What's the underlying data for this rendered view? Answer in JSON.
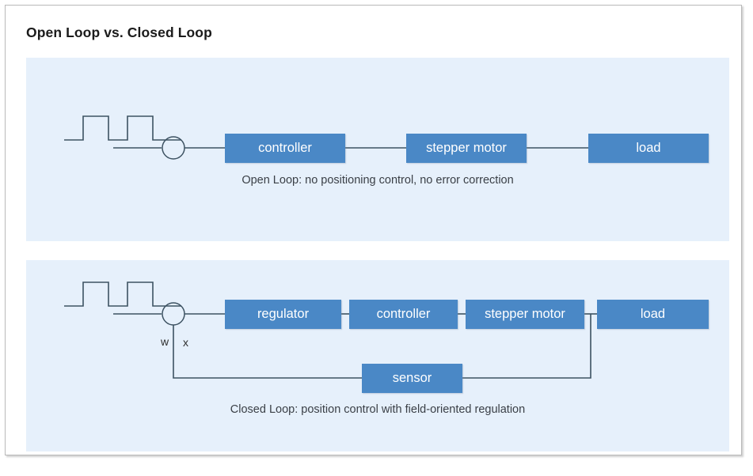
{
  "page": {
    "title": "Open Loop vs. Closed Loop",
    "background_color": "#ffffff",
    "frame_border_color": "#b9b9b9"
  },
  "theme": {
    "panel_background": "#e6f0fb",
    "block_fill": "#4a88c6",
    "block_text": "#ffffff",
    "line_color": "#3d5262",
    "caption_color": "#3a3f46",
    "title_color": "#1b1b1b"
  },
  "diagrams": [
    {
      "id": "open-loop",
      "name": "open-loop-diagram",
      "caption": "Open Loop: no positioning control, no error correction",
      "signal_source": {
        "type": "pulse-train",
        "pulses": 2,
        "name": "pulse-train-waveform"
      },
      "summing_junction": {
        "name": "summing-junction",
        "shape": "circle",
        "inputs": 1
      },
      "blocks": [
        {
          "label": "controller",
          "name": "block-controller"
        },
        {
          "label": "stepper motor",
          "name": "block-stepper-motor"
        },
        {
          "label": "load",
          "name": "block-load"
        }
      ],
      "feedback": false,
      "labels": []
    },
    {
      "id": "closed-loop",
      "name": "closed-loop-diagram",
      "caption": "Closed Loop: position control with field-oriented regulation",
      "signal_source": {
        "type": "pulse-train",
        "pulses": 2,
        "name": "pulse-train-waveform"
      },
      "summing_junction": {
        "name": "summing-junction",
        "shape": "circle",
        "inputs": 2
      },
      "blocks": [
        {
          "label": "regulator",
          "name": "block-regulator"
        },
        {
          "label": "controller",
          "name": "block-controller"
        },
        {
          "label": "stepper motor",
          "name": "block-stepper-motor"
        },
        {
          "label": "load",
          "name": "block-load"
        },
        {
          "label": "sensor",
          "name": "block-sensor"
        }
      ],
      "feedback": true,
      "labels": [
        {
          "text": "w",
          "name": "setpoint-label-w"
        },
        {
          "text": "x",
          "name": "feedback-label-x"
        }
      ]
    }
  ]
}
